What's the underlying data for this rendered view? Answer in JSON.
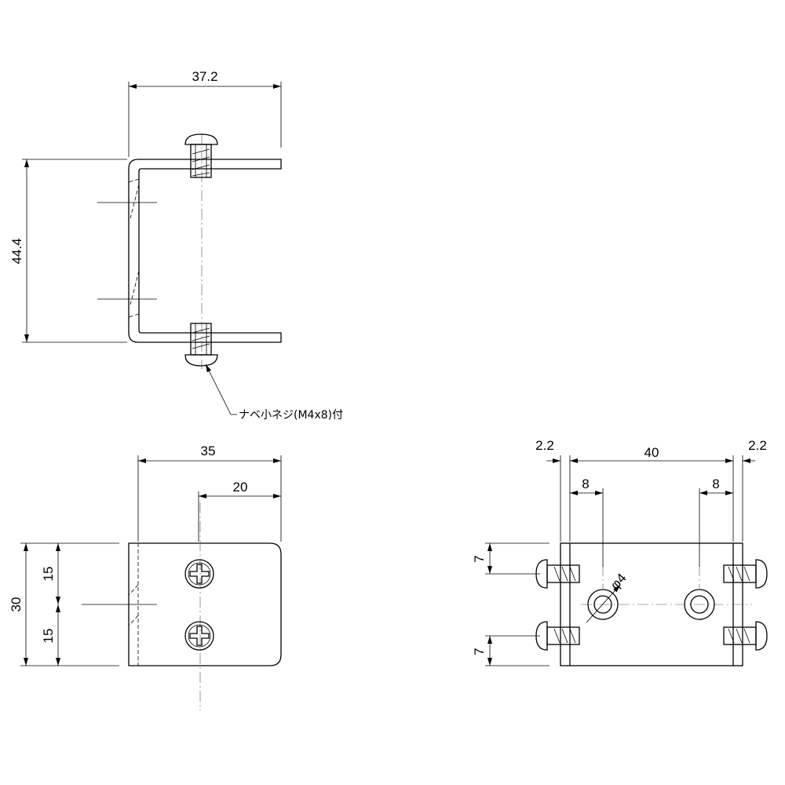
{
  "side_view": {
    "width_dim": "37.2",
    "height_dim": "44.4",
    "screw_note": "ナベ小ネジ(M4x8)付"
  },
  "front_view": {
    "width_dim": "35",
    "offset_dim": "20",
    "height_dim": "30",
    "upper_dim": "15",
    "lower_dim": "15"
  },
  "bottom_view": {
    "left_thickness_dim": "2.2",
    "span_dim": "40",
    "right_thickness_dim": "2.2",
    "left_hole_offset_dim": "8",
    "right_hole_offset_dim": "8",
    "hole_diameter_dim": "φ4",
    "upper_screw_dim": "7",
    "lower_screw_dim": "7"
  }
}
